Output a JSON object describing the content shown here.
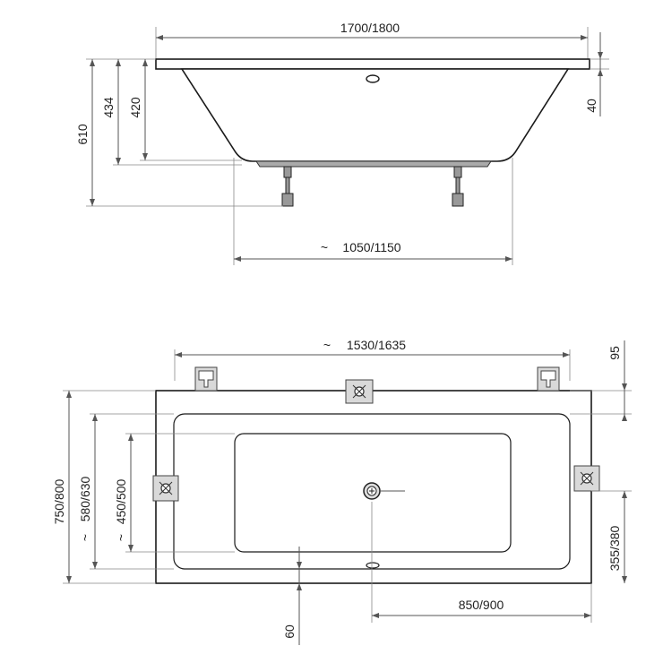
{
  "side_view": {
    "overall_length": "1700/1800",
    "bottom_length": "1050/1150",
    "total_height": "610",
    "rim_to_base_height": "434",
    "inner_depth": "420",
    "rim_thickness": "40"
  },
  "top_view": {
    "frame_length": "1530/1635",
    "frame_offset": "95",
    "overall_width": "750/800",
    "inner_width": "580/630",
    "floor_width": "450/500",
    "drain_offset": "355/380",
    "drain_length_position": "850/900",
    "edge_offset": "60"
  },
  "approx_symbol": "~"
}
